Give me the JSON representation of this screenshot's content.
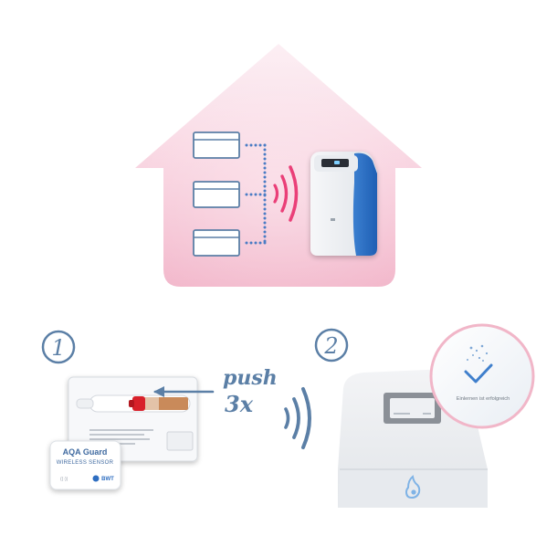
{
  "house": {
    "sensor_count": 3,
    "colors": {
      "pink_top": "#fbe6ee",
      "pink_bottom": "#f3b9cc",
      "dots": "#4a7cc4",
      "signal_pink": "#ea3f78"
    }
  },
  "steps": {
    "step1_number": "1",
    "step2_number": "2",
    "instruction_push": "push",
    "instruction_count": "3x"
  },
  "sensor_label": {
    "line1": "AQA Guard",
    "line2": "WIRELESS SENSOR",
    "brand": "BWT"
  },
  "device_screen": {
    "confirmation_text": "Einlernen ist erfolgreich"
  },
  "icons": {
    "check": "check-icon",
    "signal": "wireless-signal-icon",
    "logo": "bwt-drop-logo-icon"
  },
  "accent_colors": {
    "blue": "#5b7fa6",
    "softener_blue": "#2e6ec1",
    "red_button": "#d8202a"
  }
}
